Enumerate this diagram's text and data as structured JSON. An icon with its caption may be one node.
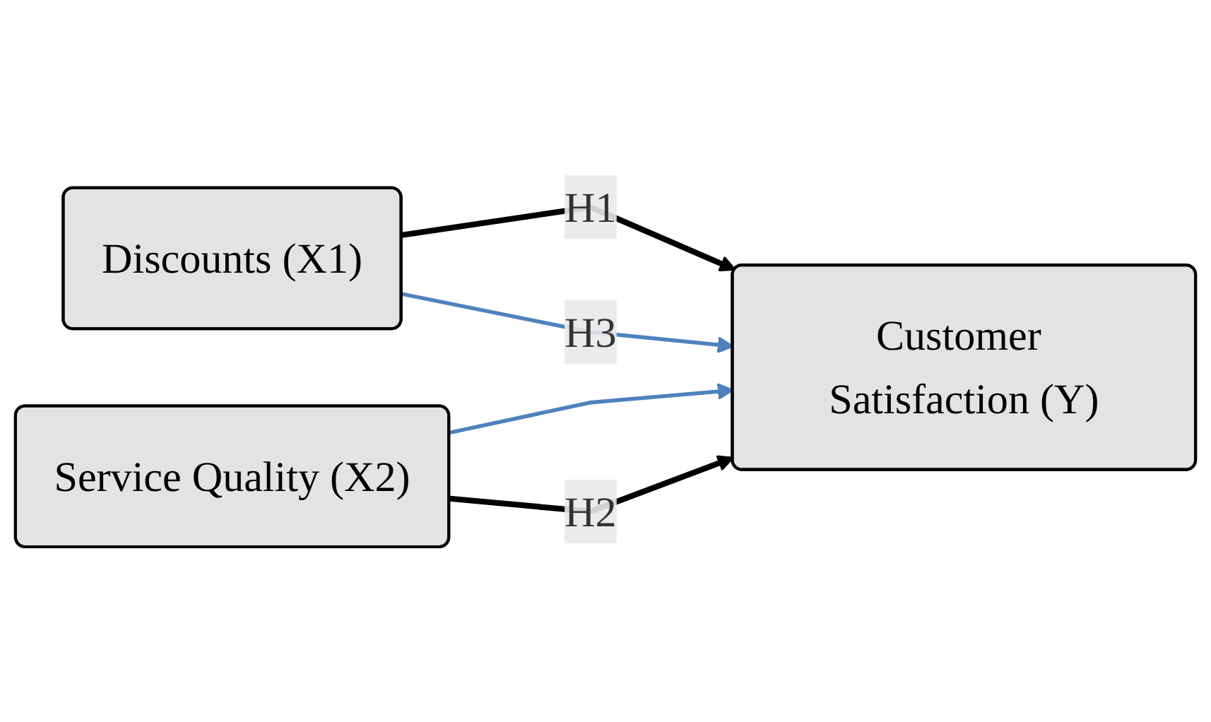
{
  "diagram": {
    "nodes": [
      {
        "text": [
          "Discounts (X1)"
        ]
      },
      {
        "text": [
          "Customer Satisfaction (Y)"
        ]
      },
      {
        "text": [
          "Service Quality (X2)"
        ]
      }
    ],
    "edges": [
      {
        "from": 0,
        "to": 1,
        "arrow": "to",
        "label": "H1"
      },
      {
        "from": 0,
        "to": 1,
        "arrow": "to",
        "label": "H3",
        "color": "#4f81bd"
      },
      {
        "from": 2,
        "to": 1,
        "arrow": "to",
        "color": "#4f81bd"
      },
      {
        "from": 2,
        "to": 1,
        "arrow": "to",
        "label": "H2"
      }
    ]
  }
}
